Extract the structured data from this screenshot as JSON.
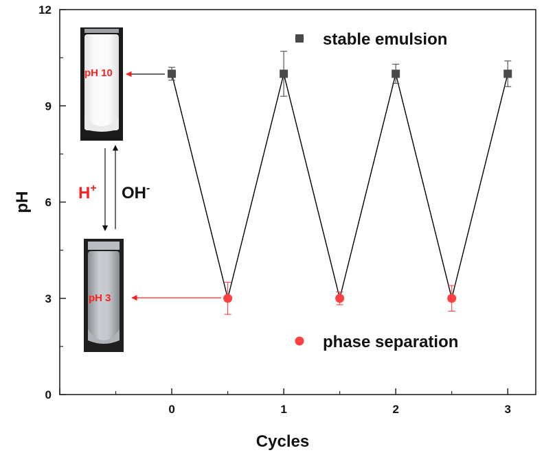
{
  "chart_data": {
    "type": "line",
    "xlabel": "Cycles",
    "ylabel": "pH",
    "xlim": [
      -1.0,
      3.25
    ],
    "ylim": [
      0,
      12
    ],
    "xticks": [
      0,
      1,
      2,
      3
    ],
    "yticks": [
      0,
      3,
      6,
      9,
      12
    ],
    "grid": false,
    "legend_position": "right",
    "line": {
      "x": [
        0,
        0.5,
        1,
        1.5,
        2,
        2.5,
        3
      ],
      "y": [
        10,
        3,
        10,
        3,
        10,
        3,
        10
      ],
      "color": "#000000"
    },
    "series": [
      {
        "name": "stable emulsion",
        "marker": "square",
        "color": "#4a4a4a",
        "x": [
          0,
          1,
          2,
          3
        ],
        "y": [
          10,
          10,
          10,
          10
        ],
        "error": [
          0.2,
          0.7,
          0.3,
          0.4
        ]
      },
      {
        "name": "phase separation",
        "marker": "circle",
        "color": "#ff4040",
        "x": [
          0.5,
          1.5,
          2.5
        ],
        "y": [
          3,
          3,
          3
        ],
        "error": [
          0.5,
          0.2,
          0.4
        ]
      }
    ]
  },
  "inset": {
    "tube_top_label": "pH 10",
    "tube_bottom_label": "pH 3",
    "acid_text": "H",
    "acid_sup": "+",
    "base_text": "OH",
    "base_sup": "-",
    "label_color": "#ff2020"
  }
}
